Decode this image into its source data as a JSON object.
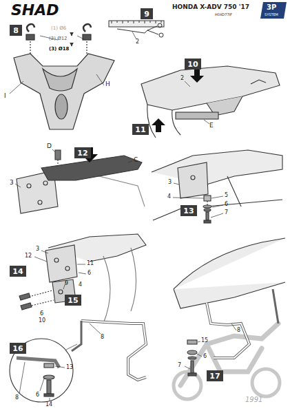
{
  "diagram": {
    "nodes": [
      {
        "text": [
          "8"
        ]
      },
      {
        "text": [
          "9"
        ]
      },
      {
        "text": [
          "10"
        ]
      },
      {
        "text": [
          "11"
        ]
      },
      {
        "text": [
          "12"
        ]
      },
      {
        "text": [
          "13"
        ]
      },
      {
        "text": [
          "14"
        ]
      },
      {
        "text": [
          "15"
        ]
      },
      {
        "text": [
          "16"
        ]
      },
      {
        "text": [
          "17"
        ]
      }
    ],
    "labels": [
      "SHAD",
      "HONDA X-ADV 750 '17",
      "H0XD77IF",
      "3P",
      "SYSTEM",
      "(1) Ø6",
      "(2) Ø12",
      "(3) Ø18",
      "I",
      "H",
      "2",
      "2",
      "E",
      "D",
      "3",
      "C",
      "3",
      "4",
      "5",
      "6",
      "7",
      "12",
      "3",
      "11",
      "6",
      "9",
      "4",
      "6",
      "10",
      "8",
      "13",
      "8",
      "6",
      "14",
      "15",
      "6",
      "7",
      "8",
      "1991"
    ]
  }
}
